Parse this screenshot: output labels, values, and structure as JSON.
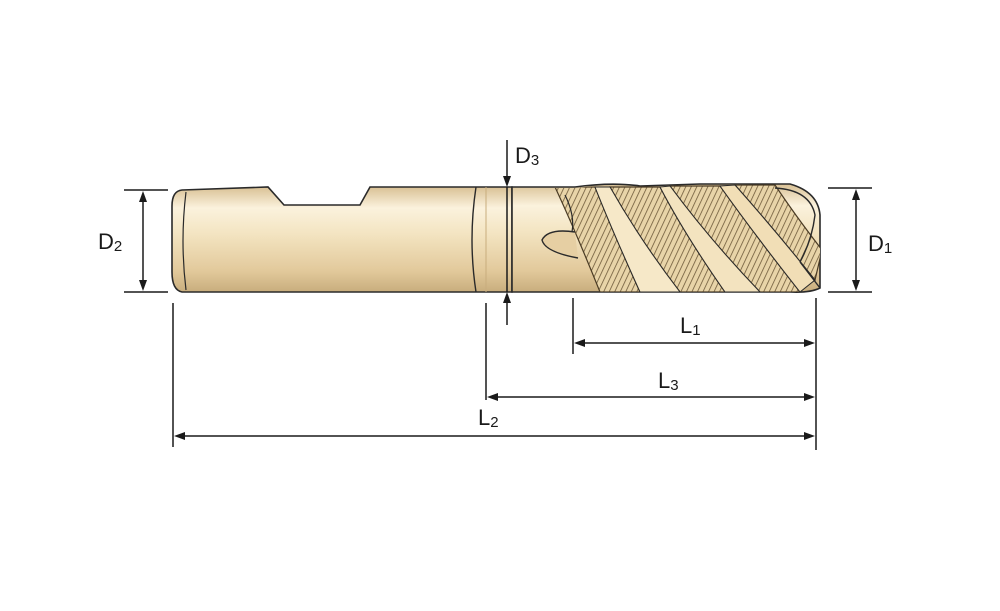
{
  "labels": {
    "d1": {
      "main": "D",
      "sub": "1"
    },
    "d2": {
      "main": "D",
      "sub": "2"
    },
    "d3": {
      "main": "D",
      "sub": "3"
    },
    "l1": {
      "main": "L",
      "sub": "1"
    },
    "l2": {
      "main": "L",
      "sub": "2"
    },
    "l3": {
      "main": "L",
      "sub": "3"
    }
  },
  "colors": {
    "body_fill": "#efdcb3",
    "body_highlight": "#fbf2dd",
    "body_shadow": "#cdb283",
    "flute_dark": "#6e5a3a",
    "line": "#1a1a1a"
  }
}
